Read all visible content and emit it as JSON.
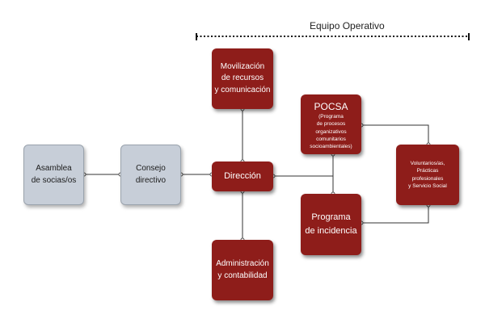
{
  "header": {
    "team_label": "Equipo Operativo"
  },
  "nodes": {
    "asamblea": {
      "lines": [
        "Asamblea",
        "de socias/os"
      ]
    },
    "consejo": {
      "lines": [
        "Consejo",
        "directivo"
      ]
    },
    "movilizacion": {
      "lines": [
        "Movilización",
        "de recursos",
        "y comunicación"
      ]
    },
    "direccion": {
      "lines": [
        "Dirección"
      ]
    },
    "administracion": {
      "lines": [
        "Administración",
        "y contabilidad"
      ]
    },
    "pocsa": {
      "title": "POCSA",
      "sub_lines": [
        "(Programa",
        "de procesos",
        "organizativos",
        "comunitarios",
        "socioambientales)"
      ]
    },
    "incidencia": {
      "lines": [
        "Programa",
        "de incidencia"
      ]
    },
    "voluntarios": {
      "lines": [
        "Voluntarios/as,",
        "Prácticas",
        "profesionales",
        "y Servicio Social"
      ]
    }
  },
  "colors": {
    "node_red": "#8e1d1a",
    "node_gray": "#c7ced8",
    "connector": "#333333"
  }
}
